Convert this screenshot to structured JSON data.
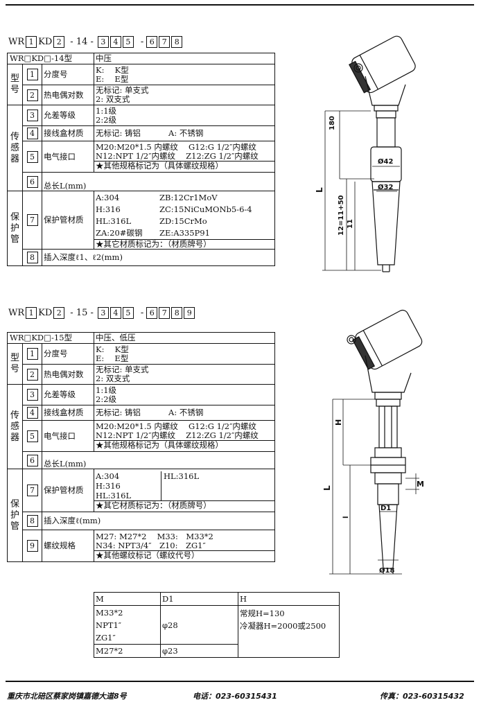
{
  "model1": {
    "prefix": "WR",
    "b1": "1",
    "mid": "KD",
    "b2": "2",
    "dash1": "- 14 -",
    "b3": "3",
    "b4": "4",
    "b5": "5",
    "dash2": "-",
    "b6": "6",
    "b7": "7",
    "b8": "8"
  },
  "model2": {
    "prefix": "WR",
    "b1": "1",
    "mid": "KD",
    "b2": "2",
    "dash1": "- 15 -",
    "b3": "3",
    "b4": "4",
    "b5": "5",
    "dash2": "-",
    "b6": "6",
    "b7": "7",
    "b8": "8",
    "b9": "9"
  },
  "table1": {
    "header_model": "WR□KD□-14型",
    "header_pressure": "中压",
    "group_type": "型号",
    "group_sensor": "传感器",
    "group_protect": "保护管",
    "rows": {
      "r1": {
        "num": "1",
        "label": "分度号",
        "lines": [
          "K:　 K型",
          "E:　 E型"
        ]
      },
      "r2": {
        "num": "2",
        "label": "热电偶对数",
        "lines": [
          "无标记: 单支式",
          "2: 双支式"
        ]
      },
      "r3": {
        "num": "3",
        "label": "允差等级",
        "lines": [
          "1:1级",
          "2:2级"
        ]
      },
      "r4": {
        "num": "4",
        "label": "接线盒材质",
        "left": "无标记: 铸铝",
        "right": "A: 不锈钢"
      },
      "r5": {
        "num": "5",
        "label": "电气接口",
        "lines": [
          "M20:M20*1.5 内螺纹　 G12:G 1/2″内螺纹",
          "N12:NPT 1/2″内螺纹　 Z12:ZG 1/2″内螺纹"
        ],
        "note": "★其他规格标记为（具体螺纹规格）"
      },
      "r6": {
        "num": "6",
        "label": "总长L(mm)"
      },
      "r7": {
        "num": "7",
        "label": "保护管材质",
        "left": [
          "A:304",
          "H:316",
          "HL:316L",
          "ZA:20#碳钢"
        ],
        "right": [
          "ZB:12Cr1MoV",
          "ZC:15NiCuMONb5-6-4",
          "ZD:15CrMo",
          "ZE:A335P91"
        ],
        "note": "★其它材质标记为：（材质牌号）"
      },
      "r8": {
        "num": "8",
        "label": "插入深度ℓ1、ℓ2(mm)"
      }
    }
  },
  "table2": {
    "header_model": "WR□KD□-15型",
    "header_pressure": "中压、低压",
    "group_type": "型号",
    "group_sensor": "传感器",
    "group_protect": "保护管",
    "rows": {
      "r1": {
        "num": "1",
        "label": "分度号",
        "lines": [
          "K:　 K型",
          "E:　 E型"
        ]
      },
      "r2": {
        "num": "2",
        "label": "热电偶对数",
        "lines": [
          "无标记: 单支式",
          "2: 双支式"
        ]
      },
      "r3": {
        "num": "3",
        "label": "允差等级",
        "lines": [
          "1:1级",
          "2:2级"
        ]
      },
      "r4": {
        "num": "4",
        "label": "接线盒材质",
        "left": "无标记: 铸铝",
        "right": "A: 不锈钢"
      },
      "r5": {
        "num": "5",
        "label": "电气接口",
        "lines": [
          "M20:M20*1.5 内螺纹　 G12:G 1/2″内螺纹",
          "N12:NPT 1/2″内螺纹　 Z12:ZG 1/2″内螺纹"
        ],
        "note": "★其他规格标记为（具体螺纹规格）"
      },
      "r6": {
        "num": "6",
        "label": "总长L(mm)"
      },
      "r7": {
        "num": "7",
        "label": "保护管材质",
        "left": [
          "A:304",
          "H:316",
          "HL:316L"
        ],
        "right": "HL:316L",
        "note": "★其它材质标记为：（材质牌号）"
      },
      "r8": {
        "num": "8",
        "label": "插入深度ℓ(mm)"
      },
      "r9": {
        "num": "9",
        "label": "螺纹规格",
        "lines": [
          "M27: M27*2　 M33:　M33*2",
          "N34: NPT3/4″　Z10:　ZG1″"
        ],
        "note": "★其他螺纹标记（螺纹代号）"
      }
    }
  },
  "mtable": {
    "headers": [
      "M",
      "D1",
      "H"
    ],
    "row1_m": [
      "M33*2",
      "NPT1″",
      "ZG1″"
    ],
    "row1_d1": "φ28",
    "row1_h": [
      "常规H=130",
      "冷凝器H=2000或2500"
    ],
    "row2_m": "M27*2",
    "row2_d1": "φ23"
  },
  "drawing1": {
    "dim_180": "180",
    "dim_L": "L",
    "dim_l2": "12=11+50",
    "dim_l1": "11",
    "phi42": "Ø42",
    "phi32": "Ø32"
  },
  "drawing2": {
    "dim_H": "H",
    "dim_L": "L",
    "dim_l": "l",
    "dim_M": "M",
    "dim_D1": "D1",
    "phi18": "Ø18"
  },
  "footer": {
    "address": "重庆市北碚区蔡家岗镇嘉德大道8号",
    "phone": "电话：023-60315431",
    "fax": "传真：023-60315432"
  }
}
